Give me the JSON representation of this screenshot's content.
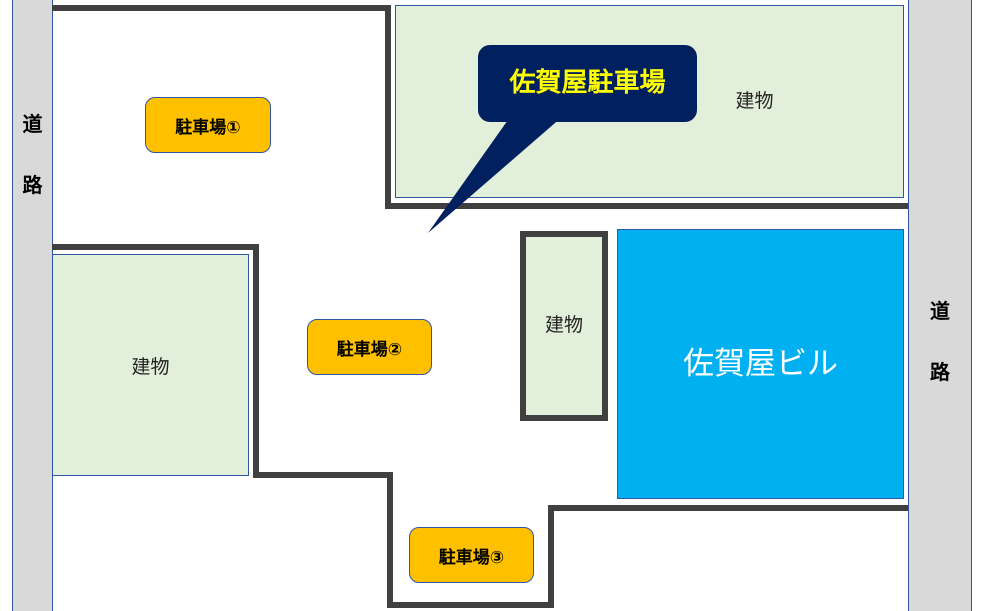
{
  "roads": {
    "left": [
      "道",
      "路"
    ],
    "right": [
      "道",
      "路"
    ]
  },
  "buildings": {
    "top_right": "建物",
    "left": "建物",
    "middle": "建物",
    "main": "佐賀屋ビル"
  },
  "parking": [
    "駐車場①",
    "駐車場②",
    "駐車場③"
  ],
  "callout": "佐賀屋駐車場",
  "colors": {
    "road": "#d9d9d9",
    "building": "#e2efda",
    "main_building": "#00b0f0",
    "parking": "#ffc000",
    "callout": "#002060",
    "callout_text": "#ffff00",
    "boundary": "#404040"
  }
}
